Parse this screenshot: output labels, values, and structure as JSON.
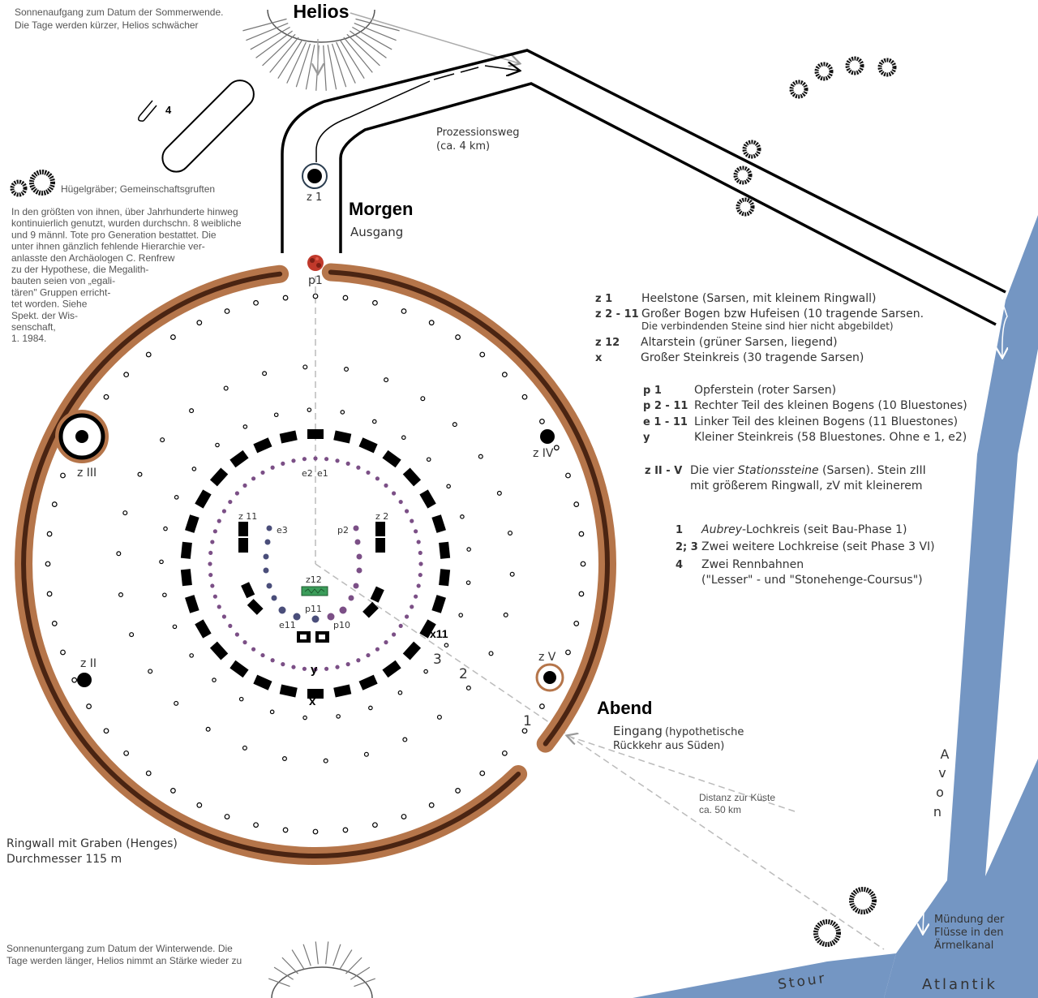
{
  "colors": {
    "wall": "#b5754a",
    "ditch": "#4a2412",
    "river": "#7496c3",
    "bluestone": "#7b4f86",
    "sarsen": "#000000",
    "altar": "#3b9c5a",
    "sacrifice": "#c0392b"
  },
  "helios": {
    "label": "Helios",
    "summer_note": [
      "Sonnenaufgang zum Datum der Sommerwende.",
      "Die Tage werden kürzer, Helios schwächer"
    ],
    "winter_note": [
      "Sonnenuntergang zum Datum der Winterwende. Die",
      "Tage werden länger, Helios nimmt an Stärke wieder zu"
    ]
  },
  "barrows": {
    "title": "Hügelgräber; Gemeinschaftsgruften",
    "note": [
      "In den größten von ihnen, über Jahrhunderte hinweg",
      "kontinuierlich genutzt, wurden durchschn. 8 weibliche",
      "und 9 männl. Tote pro Generation bestattet. Die",
      "unter ihnen gänzlich fehlende Hierarchie ver-",
      "anlasste den Archäologen C. Renfrew",
      "zu der Hypothese, die Megalith-",
      "bauten seien von „egali-",
      "tären\" Gruppen erricht-",
      "tet worden. Siehe",
      "Spekt. der Wis-",
      "senschaft,",
      "1. 1984."
    ]
  },
  "avenue": {
    "label": "Prozessionsweg",
    "length": "(ca. 4 km)"
  },
  "morgen": {
    "title": "Morgen",
    "subtitle": "Ausgang"
  },
  "abend": {
    "title": "Abend",
    "subtitle": "Eingang",
    "note": "(hypothetische",
    "note2": "Rückkehr aus Süden)"
  },
  "distance": [
    "Distanz zur Küste",
    "ca. 50 km"
  ],
  "ringwall": [
    "Ringwall mit Graben (Henges)",
    "Durchmesser 115 m"
  ],
  "rivers": {
    "avon": [
      "A",
      "v",
      "o",
      "n"
    ],
    "stour": "Stour",
    "atlantik": "Atlantik",
    "muendung": [
      "Mündung der",
      "Flüsse in den",
      "Ärmelkanal"
    ]
  },
  "labels": {
    "z1": "z 1",
    "p1": "p1",
    "z2": "z 2",
    "z11": "z 11",
    "z12": "z12",
    "e1": "e1",
    "e2": "e2",
    "e3": "e3",
    "e11": "e11",
    "p2": "p2",
    "p10": "p10",
    "p11": "p11",
    "zII": "z II",
    "zIII": "z III",
    "zIV": "z IV",
    "zV": "z V",
    "x": "x",
    "x11": "x11",
    "y": "y",
    "n1": "1",
    "n2": "2",
    "n3": "3",
    "n4": "4"
  },
  "legend": [
    {
      "key": "z 1",
      "text": "Heelstone (Sarsen, mit kleinem Ringwall)"
    },
    {
      "key": "z 2 - 11",
      "text": "Großer Bogen bzw Hufeisen (10 tragende Sarsen.",
      "sub": "Die verbindenden Steine sind hier nicht abgebildet)"
    },
    {
      "key": "z 12",
      "text": "Altarstein (grüner Sarsen, liegend)"
    },
    {
      "key": "x",
      "text": "Großer Steinkreis (30 tragende Sarsen)"
    },
    {
      "key": "p 1",
      "text": "Opferstein (roter Sarsen)"
    },
    {
      "key": "p 2 - 11",
      "text": "Rechter Teil des kleinen Bogens (10 Bluestones)"
    },
    {
      "key": "e 1 - 11",
      "text": "Linker Teil des kleinen Bogens (11 Bluestones)"
    },
    {
      "key": "y",
      "text": "Kleiner Steinkreis (58 Bluestones. Ohne e 1, e2)"
    },
    {
      "key": "z II - V",
      "text_pre": "Die vier ",
      "text_it": "Stationssteine",
      "text_post": " (Sarsen). Stein zIII",
      "text2": "mit größerem Ringwall, zV mit kleinerem"
    },
    {
      "key": "1",
      "text_it": "Aubrey",
      "text_post": "-Lochkreis  (seit Bau-Phase 1)"
    },
    {
      "key": "2; 3",
      "text": "Zwei weitere Lochkreise  (seit Phase 3 VI)"
    },
    {
      "key": "4",
      "text": "Zwei Rennbahnen",
      "text2": "(\"Lesser\" - und  \"Stonehenge-Coursus\")"
    }
  ]
}
